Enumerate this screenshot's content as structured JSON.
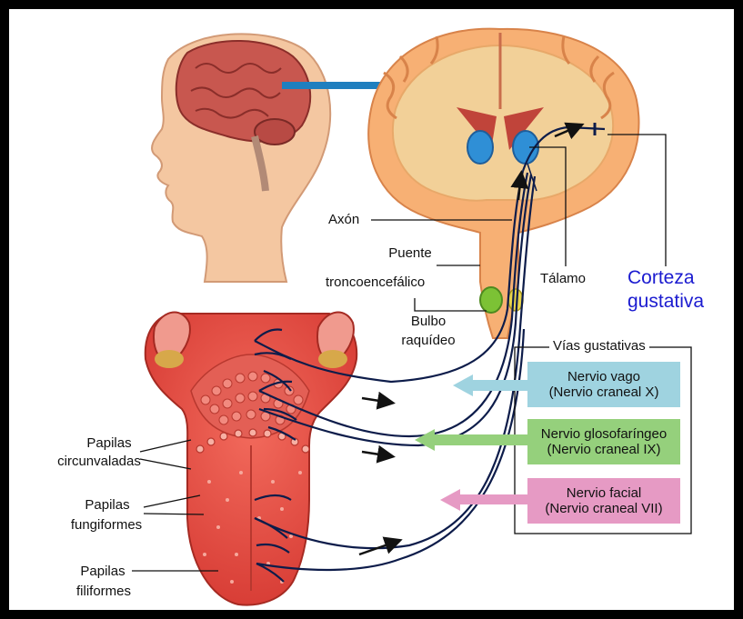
{
  "labels": {
    "axon": "Axón",
    "bridge_1": "Puente",
    "bridge_2": "troncoencefálico",
    "thalamus": "Tálamo",
    "cortex_1": "Corteza",
    "cortex_2": "gustativa",
    "medulla_1": "Bulbo",
    "medulla_2": "raquídeo",
    "pathways": "Vías gustativas",
    "circumvallate_1": "Papilas",
    "circumvallate_2": "circunvaladas",
    "fungiform_1": "Papilas",
    "fungiform_2": "fungiformes",
    "filiform_1": "Papilas",
    "filiform_2": "filiformes"
  },
  "nerves": [
    {
      "line1": "Nervio vago",
      "line2": "(Nervio craneal X)",
      "color": "#9fd3e0"
    },
    {
      "line1": "Nervio glosofaríngeo",
      "line2": "(Nervio craneal IX)",
      "color": "#95d07c"
    },
    {
      "line1": "Nervio facial",
      "line2": "(Nervio craneal VII)",
      "color": "#e69ac4"
    }
  ],
  "colors": {
    "frame": "#000000",
    "nerve_line": "#0d1c4a",
    "transfer_arrow": "#1f7fbf",
    "cortex_text": "#1b1bd0",
    "tongue": "#e0483f",
    "brain_section": "#f7b074",
    "thalamus": "#2f8fd6"
  }
}
